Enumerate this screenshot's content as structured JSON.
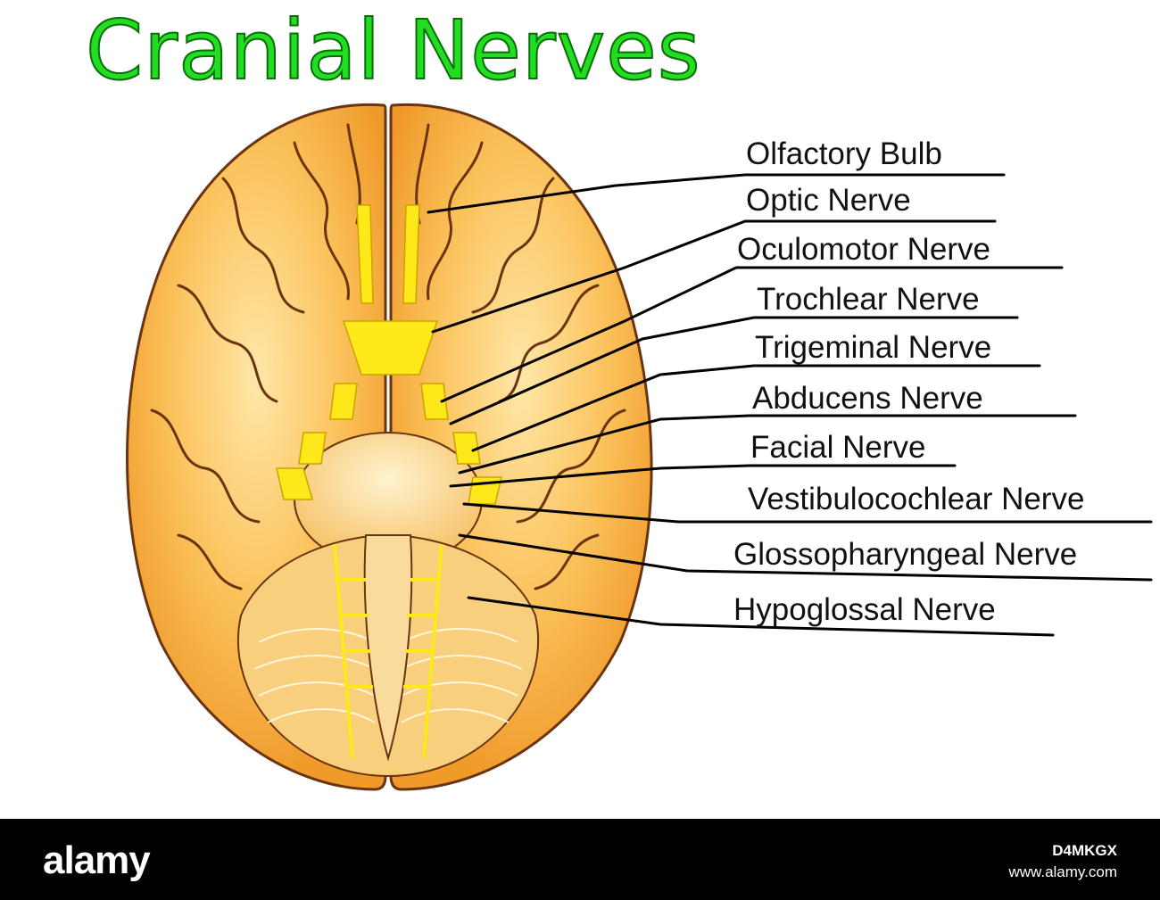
{
  "title": "Cranial Nerves",
  "labels": [
    "Olfactory Bulb",
    "Optic Nerve",
    "Oculomotor Nerve",
    "Trochlear Nerve",
    "Trigeminal Nerve",
    "Abducens Nerve",
    "Facial Nerve",
    "Vestibulocochlear Nerve",
    "Glossopharyngeal Nerve",
    "Hypoglossal Nerve"
  ],
  "colors": {
    "title_fill": "#22dd22",
    "title_stroke": "#0a6d0a",
    "brain_fill": "#f5a935",
    "brain_outline": "#6b3410",
    "nerve_yellow": "#ffe81a",
    "leader_line": "#000000"
  },
  "footer": {
    "brand": "alamy",
    "image_id": "D4MKGX",
    "site": "www.alamy.com"
  }
}
